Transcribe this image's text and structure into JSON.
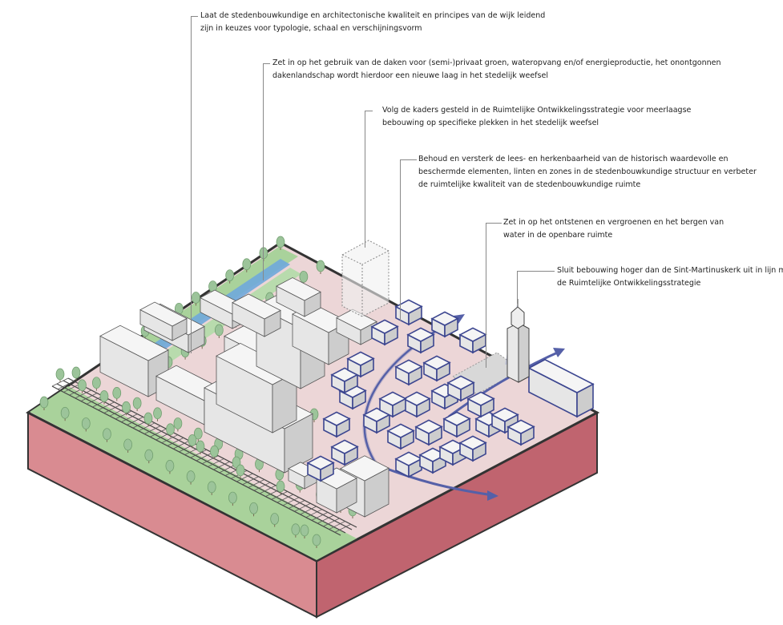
{
  "annotations": [
    {
      "lines": [
        "Laat de stedenbouwkundige en architectonische kwaliteit en principes van de wijk leidend",
        "zijn in keuzes voor typologie, schaal en verschijningsvorm"
      ]
    },
    {
      "lines": [
        "Zet in op het gebruik van de daken voor (semi-)privaat groen, wateropvang en/of energieproductie, het onontgonnen",
        "dakenlandschap wordt hierdoor een nieuwe laag in het stedelijk weefsel"
      ]
    },
    {
      "lines": [
        "Volg de kaders gesteld in de Ruimtelijke Ontwikkelingsstrategie voor meerlaagse",
        "bebouwing op specifieke plekken in het stedelijk weefsel"
      ]
    },
    {
      "lines": [
        "Behoud en versterk de lees- en herkenbaarheid van de historisch waardevolle en",
        "beschermde elementen, linten en zones in de stedenbouwkundige structuur en verbeter",
        "de ruimtelijke kwaliteit van de stedenbouwkundige ruimte"
      ]
    },
    {
      "lines": [
        "Zet in op het ontstenen en vergroenen en het bergen van",
        "water in de openbare ruimte"
      ]
    },
    {
      "lines": [
        "Sluit bebouwing hoger dan de Sint-Martinuskerk uit in lijn met",
        "de Ruimtelijke Ontwikkelingsstrategie"
      ]
    }
  ],
  "colors": {
    "ground": "#ecd6d7",
    "green": "#a9d29b",
    "water": "#6fa8dc",
    "side_left": "#d98b91",
    "side_right": "#c0646f",
    "arrow": "#5560a8",
    "outline": "#333333"
  }
}
